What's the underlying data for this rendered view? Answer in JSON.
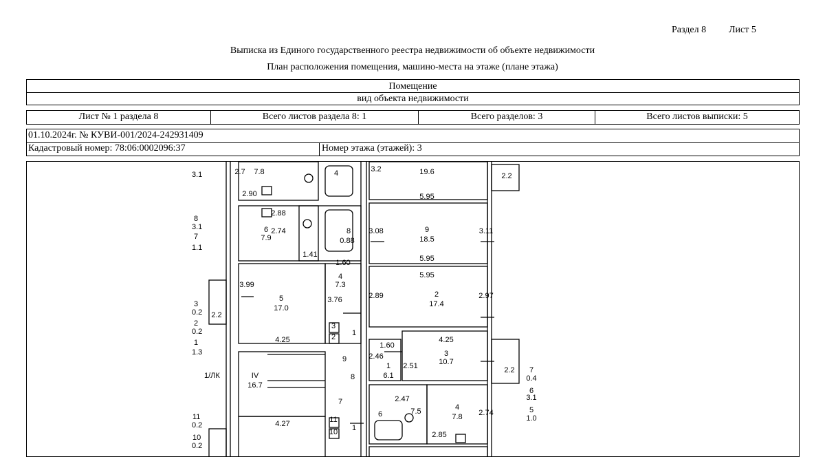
{
  "header": {
    "section": "Раздел 8",
    "sheet": "Лист 5",
    "title": "Выписка из Единого государственного реестра недвижимости об объекте недвижимости",
    "subtitle": "План расположения помещения, машино-места на этаже (плане этажа)"
  },
  "object": {
    "name": "Помещение",
    "kind_label": "вид объекта недвижимости"
  },
  "sheets": {
    "sheet_no": "Лист № 1 раздела 8",
    "total_section_sheets": "Всего листов раздела 8: 1",
    "total_sections": "Всего разделов: 3",
    "total_extract_sheets": "Всего листов выписки: 5"
  },
  "record": {
    "date_number": "01.10.2024г. № КУВИ-001/2024-242931409",
    "cadastral_label": "Кадастровый номер:",
    "cadastral_value": "78:06:0002096:37",
    "floor_label": "Номер этажа (этажей):",
    "floor_value": "3"
  },
  "plan": {
    "left_labels": [
      "3.1",
      "8",
      "3.1",
      "7",
      "1.1",
      "3",
      "0.2",
      "2",
      "0.2",
      "1",
      "1.3",
      "1/ЛК",
      "11",
      "0.2",
      "10",
      "0.2"
    ],
    "rooms": [
      {
        "num": "6",
        "area": "7.9"
      },
      {
        "num": "5",
        "area": "17.0"
      },
      {
        "num": "4",
        "area": "7.3"
      },
      {
        "num": "IV",
        "area": "16.7"
      },
      {
        "num": "9",
        "area": "18.5"
      },
      {
        "num": "2",
        "area": "17.4"
      },
      {
        "num": "3",
        "area": "10.7"
      },
      {
        "num": "1",
        "area": "6.1"
      },
      {
        "num": "4",
        "area": "7.8"
      }
    ],
    "dims": [
      "7.8",
      "2.90",
      "2.88",
      "2.74",
      "1.41",
      "0.88",
      "1.60",
      "3.99",
      "3.76",
      "4.25",
      "4.27",
      "19.6",
      "5.95",
      "5.95",
      "5.95",
      "3.08",
      "3.11",
      "2.89",
      "2.97",
      "4.25",
      "1.60",
      "2.46",
      "2.51",
      "2.47",
      "2.74",
      "2.85",
      "2.2",
      "2.2",
      "2.2",
      "2.7",
      "3.2",
      "7",
      "0.4",
      "6",
      "3.1",
      "5",
      "1.0",
      "9",
      "8",
      "7",
      "1",
      "1",
      "4",
      "8",
      "6",
      "3",
      "2",
      "11",
      "10",
      "7.5"
    ]
  }
}
